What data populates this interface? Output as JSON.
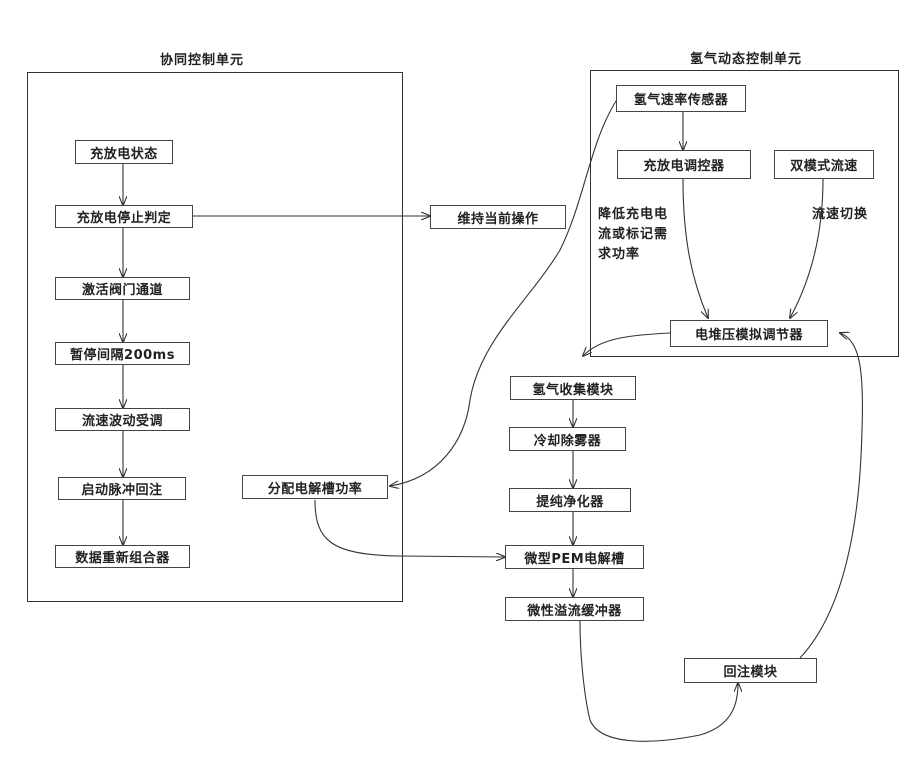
{
  "left_unit": {
    "title": "协同控制单元",
    "steps": [
      "充放电状态",
      "充放电停止判定",
      "激活阀门通道",
      "暂停间隔200ms",
      "流速波动受调",
      "启动脉冲回注",
      "数据重新组合器"
    ]
  },
  "right_unit": {
    "title": "氢气动态控制单元",
    "sensor": "氢气速率传感器",
    "controller": "充放电调控器",
    "dual_mode": "双模式流速",
    "note_left": [
      "降低充电电",
      "流或标记需",
      "求功率"
    ],
    "note_right": "流速切换",
    "regulator": "电堆压模拟调节器"
  },
  "middle": {
    "maintain": "维持当前操作",
    "allocate": "分配电解槽功率"
  },
  "pipeline": [
    "氢气收集模块",
    "冷却除雾器",
    "提纯净化器",
    "微型PEM电解槽",
    "微性溢流缓冲器"
  ],
  "injection": "回注模块"
}
